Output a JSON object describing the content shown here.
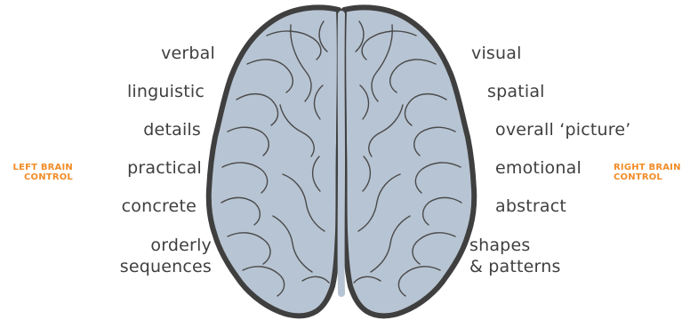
{
  "left": {
    "traits": [
      "verbal",
      "linguistic",
      "details",
      "practical",
      "concrete",
      "orderly\nsequences"
    ],
    "control_label": "LEFT BRAIN\nCONTROL"
  },
  "right": {
    "traits": [
      "visual",
      "spatial",
      "overall ‘picture’",
      "emotional",
      "abstract",
      "shapes\n& patterns"
    ],
    "control_label": "RIGHT BRAIN\nCONTROL"
  },
  "colors": {
    "brain_fill": "#b7c4d3",
    "brain_outline": "#3f3f3f",
    "fold_line": "#4a4a4a",
    "text": "#3f3f3f",
    "accent_orange": "#f28c28"
  },
  "icons": {
    "brain": "brain-top-view-icon"
  }
}
